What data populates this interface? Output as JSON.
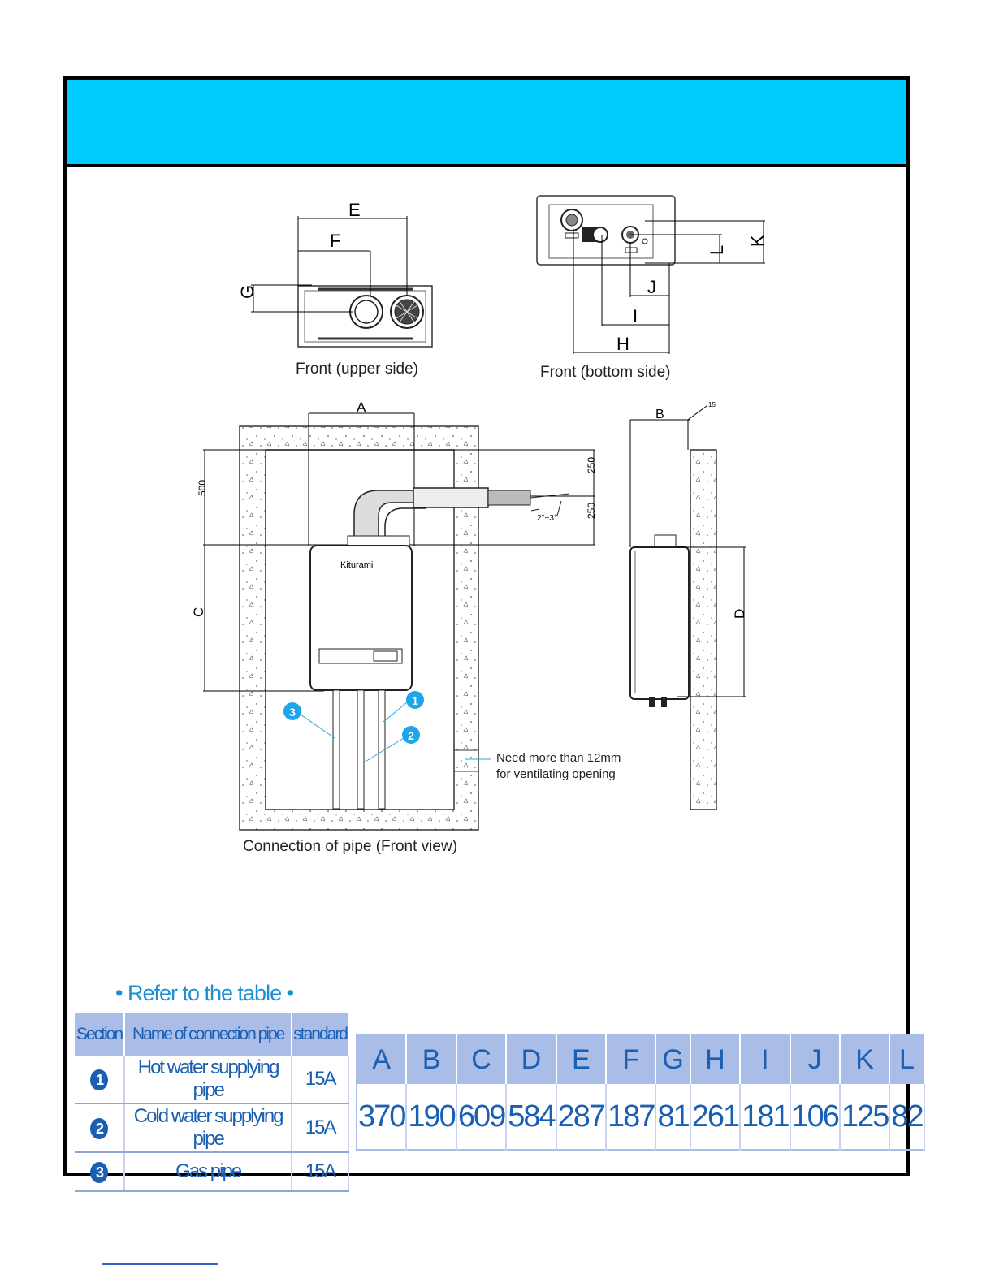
{
  "header": {
    "title": ""
  },
  "views": {
    "upper_caption": "Front (upper side)",
    "bottom_caption": "Front (bottom side)",
    "front_caption": "Connection of pipe (Front view)",
    "ventilation_note_1": "Need  more  than  12mm",
    "ventilation_note_2": "for ventilating opening",
    "brand": "Kiturami"
  },
  "dimension_labels": {
    "A": "A",
    "B": "B",
    "C": "C",
    "D": "D",
    "E": "E",
    "F": "F",
    "G": "G",
    "H": "H",
    "I": "I",
    "J": "J",
    "K": "K",
    "L": "L",
    "d500": "500",
    "d250a": "250",
    "d250b": "250",
    "angle": "2°~3°",
    "d15": "15"
  },
  "callouts": {
    "one": "1",
    "two": "2",
    "three": "3"
  },
  "refer_title": "• Refer to the table •",
  "connection_table": {
    "headers": [
      "Section",
      "Name of connection pipe",
      "standard"
    ],
    "rows": [
      {
        "section": "1",
        "name": "Hot water supplying pipe",
        "standard": "15A"
      },
      {
        "section": "2",
        "name": "Cold water supplying pipe",
        "standard": "15A"
      },
      {
        "section": "3",
        "name": "Gas pipe",
        "standard": "15A"
      }
    ]
  },
  "dimension_table": {
    "headers": [
      "A",
      "B",
      "C",
      "D",
      "E",
      "F",
      "G",
      "H",
      "I",
      "J",
      "K",
      "L"
    ],
    "values": [
      "370",
      "190",
      "609",
      "584",
      "287",
      "187",
      "81",
      "261",
      "181",
      "106",
      "125",
      "82"
    ]
  },
  "colors": {
    "header_band": "#00ccff",
    "table_header": "#a9bde7",
    "table_text": "#1a5fb3",
    "callout": "#1ea7e8"
  }
}
